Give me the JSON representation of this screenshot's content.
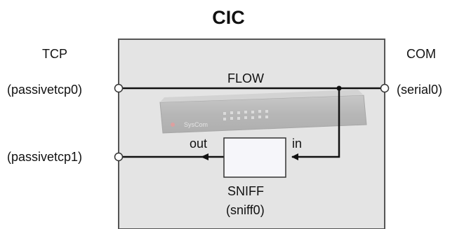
{
  "title": "CIC",
  "ports": {
    "left_header": "TCP",
    "right_header": "COM",
    "left_top": "(passivetcp0)",
    "left_bottom": "(passivetcp1)",
    "right_top": "(serial0)"
  },
  "flow": {
    "label": "FLOW"
  },
  "sniff": {
    "out_label": "out",
    "in_label": "in",
    "name": "SNIFF",
    "id": "(sniff0)"
  },
  "device_image": {
    "brand_text": "SysCom"
  },
  "colors": {
    "container_fill": "#e4e4e4",
    "container_border": "#555555",
    "line": "#111111",
    "sniff_fill": "#f6f6fa"
  }
}
